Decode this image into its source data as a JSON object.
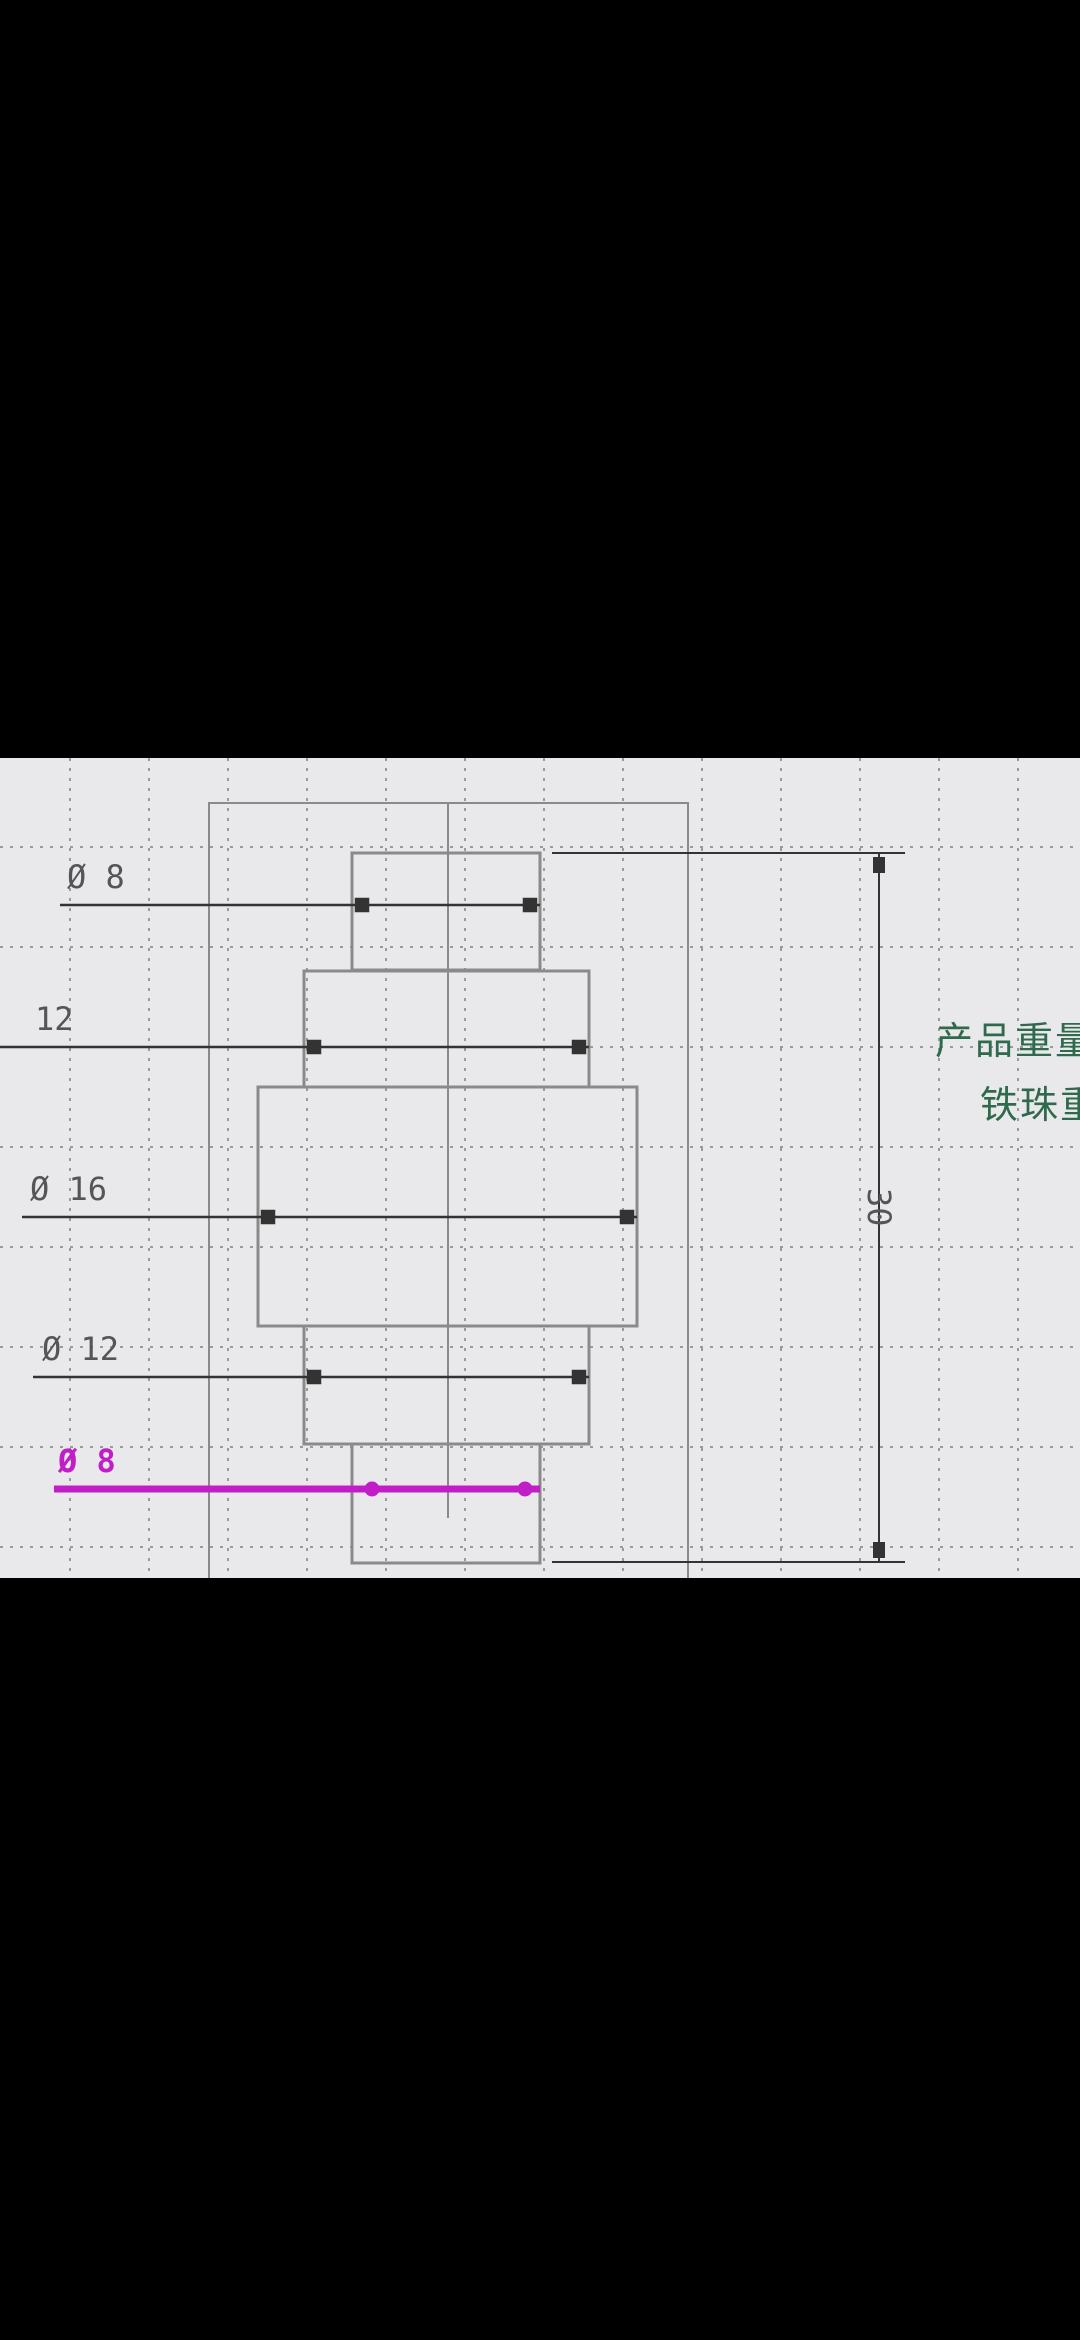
{
  "drawing": {
    "dimensions": {
      "d1": "Ø 8",
      "d2": "12",
      "d3": "Ø 16",
      "d4": "Ø 12",
      "d5": "Ø 8",
      "length": "30"
    },
    "notes": {
      "line1": "产品重量",
      "line2": "铁珠重"
    },
    "colors": {
      "background": "#e9e9ec",
      "outline": "#8a8a8a",
      "dimension": "#333333",
      "highlight": "#c21ec8",
      "note": "#2f6a4c"
    }
  }
}
